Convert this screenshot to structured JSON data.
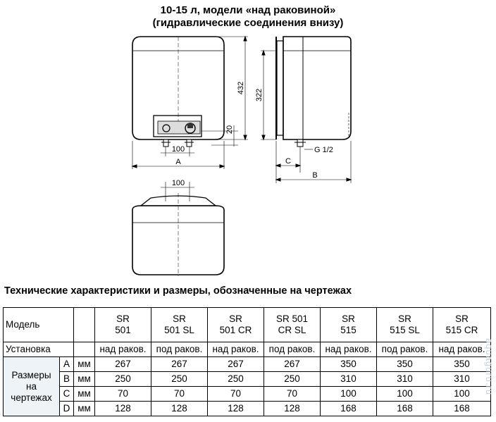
{
  "drawing": {
    "title_line1": "10-15 л, модели «над раковиной»",
    "title_line2": "(гидравлические соединения внизу)",
    "dims": {
      "front_height": "432",
      "side_height": "322",
      "bottom_offset": "20",
      "pipe_spacing": "100",
      "top_pipe_spacing": "100",
      "label_a": "A",
      "label_b": "B",
      "label_c": "C",
      "thread": "G 1/2"
    }
  },
  "section_title": "Технические характеристики и размеры, обозначенные на чертежах",
  "table": {
    "model_header": "Модель",
    "install_header": "Установка",
    "sizes_label": [
      "Размеры",
      "на",
      "чертежах"
    ],
    "models": [
      {
        "line1": "SR",
        "line2": "501",
        "install": "над раков.",
        "A": "267",
        "B": "250",
        "C": "70",
        "D": "128"
      },
      {
        "line1": "SR",
        "line2": "501 SL",
        "install": "под раков.",
        "A": "267",
        "B": "250",
        "C": "70",
        "D": "128"
      },
      {
        "line1": "SR",
        "line2": "501 CR",
        "install": "над раков.",
        "A": "267",
        "B": "250",
        "C": "70",
        "D": "128"
      },
      {
        "line1": "SR 501",
        "line2": "CR SL",
        "install": "под раков.",
        "A": "267",
        "B": "250",
        "C": "70",
        "D": "128"
      },
      {
        "line1": "SR",
        "line2": "515",
        "install": "над раков.",
        "A": "350",
        "B": "310",
        "C": "100",
        "D": "168"
      },
      {
        "line1": "SR",
        "line2": "515 SL",
        "install": "под раков.",
        "A": "350",
        "B": "310",
        "C": "100",
        "D": "168"
      },
      {
        "line1": "SR",
        "line2": "515 CR",
        "install": "над раков.",
        "A": "350",
        "B": "310",
        "C": "100",
        "D": "168"
      }
    ],
    "rows": [
      {
        "letter": "A",
        "unit": "мм"
      },
      {
        "letter": "B",
        "unit": "мм"
      },
      {
        "letter": "C",
        "unit": "мм"
      },
      {
        "letter": "D",
        "unit": "мм"
      }
    ]
  },
  "watermark": "aquaguru.ru"
}
